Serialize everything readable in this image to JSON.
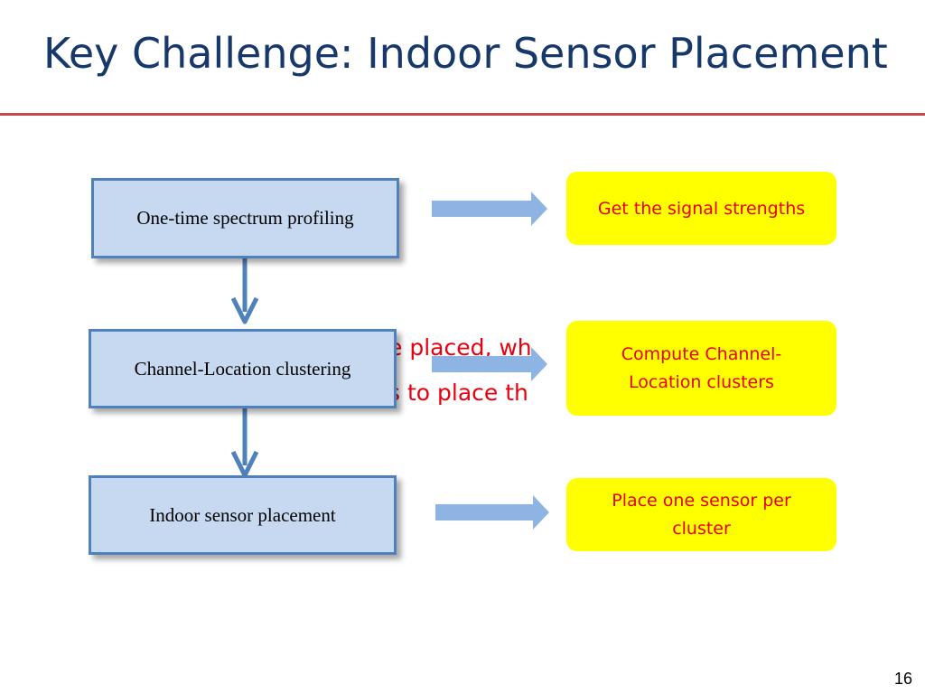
{
  "slide": {
    "title": "Key Challenge: Indoor Sensor Placement",
    "page_number": "16",
    "occluded_text": {
      "line1": "e placed, wh",
      "line2": "s to place th"
    }
  },
  "steps": [
    {
      "label": "One-time spectrum profiling"
    },
    {
      "label": "Channel-Location clustering"
    },
    {
      "label": "Indoor sensor placement"
    }
  ],
  "results": [
    {
      "label": "Get the signal strengths"
    },
    {
      "label": "Compute Channel-Location clusters"
    },
    {
      "label": "Place one sensor per cluster"
    }
  ],
  "colors": {
    "title": "#17386b",
    "rule": "#c9474a",
    "step_fill": "#c6d9f0",
    "step_border": "#4f81bd",
    "result_fill": "#ffff00",
    "result_text": "#e8000e",
    "arrow_light": "#8eb4e3",
    "arrow_dark": "#4f81bd"
  }
}
